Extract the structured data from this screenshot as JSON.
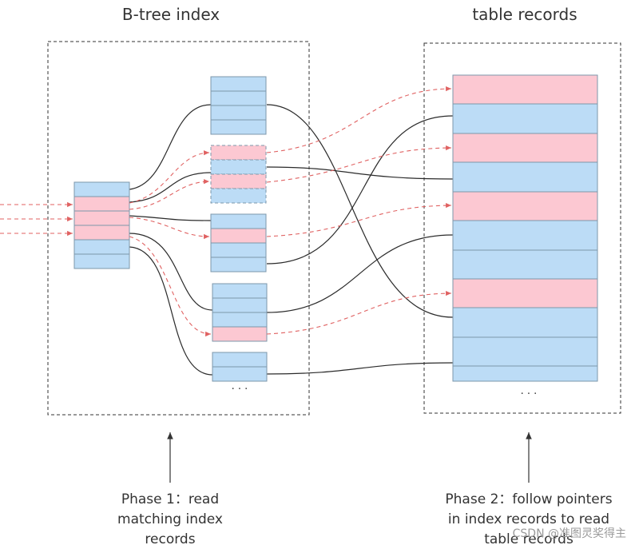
{
  "diagram": {
    "index_title": "B-tree index",
    "table_title": "table records",
    "ellipsis": ". . .",
    "phase1_lines": [
      "Phase 1：read",
      "matching index",
      "records"
    ],
    "phase2_lines": [
      "Phase 2：follow pointers",
      "in index records to read",
      "table records"
    ],
    "watermark": "CSDN @准图灵奖得主"
  },
  "colors": {
    "blue_cell": "#bcdcf6",
    "pink_cell": "#fcc8d2",
    "cell_border": "#7d97ab",
    "pointer_line": "#2b2b2b",
    "matched_arrow": "#e06262",
    "frame": "#333333"
  },
  "icons": [
    "arrow-up-icon"
  ]
}
